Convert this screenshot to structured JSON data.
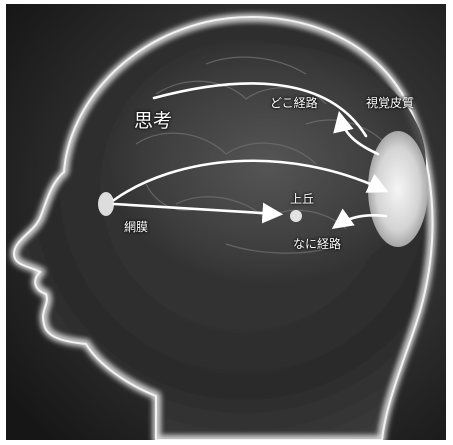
{
  "figure": {
    "labels": {
      "thinking": "思考",
      "where_pathway": "どこ経路",
      "visual_cortex": "視覚皮質",
      "superior_colliculus": "上丘",
      "retina": "網膜",
      "what_pathway": "なに経路"
    },
    "colors": {
      "background": "#2a2a2a",
      "head_glow": "#e6e6e6",
      "arrows": "#ffffff"
    }
  }
}
